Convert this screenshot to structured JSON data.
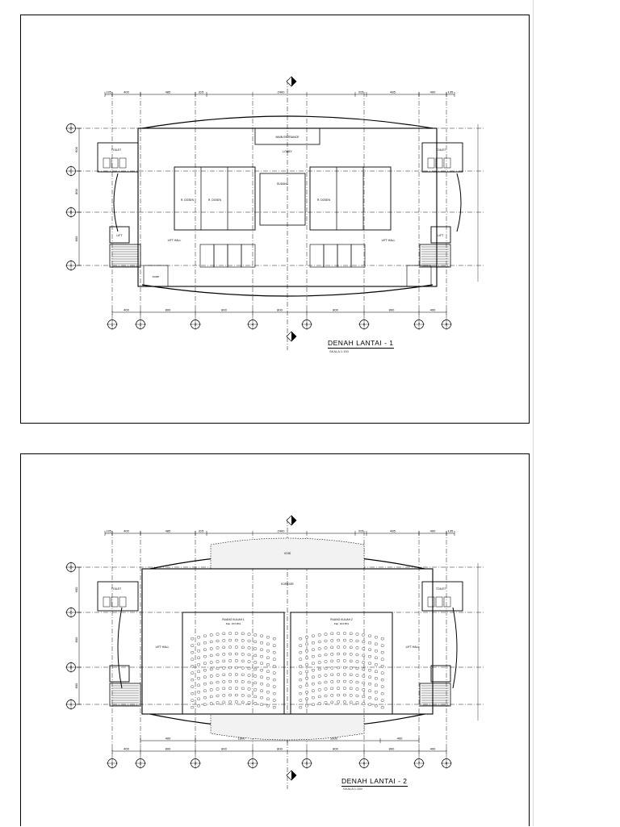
{
  "sheet1": {
    "title": "DENAH  LANTAI - 1",
    "scale": "SKALA 1:150",
    "labels": {
      "main_entrance": "MAIN ENTRANCE",
      "lobby": "LOBBY",
      "lift_hall_left": "LIFT HALL",
      "lift_hall_right": "LIFT HALL",
      "toilet_l": "TOILET",
      "toilet_r": "TOILET",
      "lift_l": "LIFT",
      "lift_r": "LIFT",
      "office_1": "R. DOSEN",
      "office_2": "R. DOSEN",
      "office_3": "R. DOSEN",
      "gudang": "GUDANG",
      "ramp": "RAMP"
    },
    "dims_top": [
      "135",
      "400",
      "485",
      "315",
      "2400",
      "315",
      "485",
      "400",
      "135"
    ],
    "dims_bottom": [
      "400",
      "800",
      "800",
      "800",
      "800",
      "800",
      "400"
    ],
    "dims_left": [
      "600",
      "800",
      "800"
    ],
    "grid_cols": [
      "1",
      "2",
      "3",
      "4",
      "5",
      "6",
      "7",
      "8"
    ],
    "grid_rows": [
      "D",
      "C",
      "B",
      "A"
    ]
  },
  "sheet2": {
    "title": "DENAH  LANTAI - 2",
    "scale": "SKALA 1:150",
    "labels": {
      "void": "VOID",
      "lecture_l": "RUANG KULIAH 1",
      "lecture_r": "RUANG KULIAH 2",
      "capacity_l": "Kap. 224 Mhs",
      "capacity_r": "Kap. 224 Mhs",
      "lift_hall_l": "LIFT HALL",
      "lift_hall_r": "LIFT HALL",
      "toilet_l": "TOILET",
      "toilet_r": "TOILET",
      "corridor": "KORIDOR"
    },
    "dims_top": [
      "135",
      "400",
      "485",
      "315",
      "2400",
      "315",
      "485",
      "400",
      "135"
    ],
    "dims_bottom": [
      "400",
      "800",
      "800",
      "800",
      "800",
      "800",
      "400"
    ],
    "dims_mid": [
      "400",
      "1600",
      "1600",
      "400"
    ],
    "dims_left": [
      "600",
      "800",
      "800"
    ],
    "grid_cols": [
      "1",
      "2",
      "3",
      "4",
      "5",
      "6",
      "7",
      "8"
    ],
    "grid_rows": [
      "D",
      "C",
      "B",
      "A"
    ]
  },
  "margin": {
    "scribble_top": "",
    "scribble_mid": ""
  }
}
